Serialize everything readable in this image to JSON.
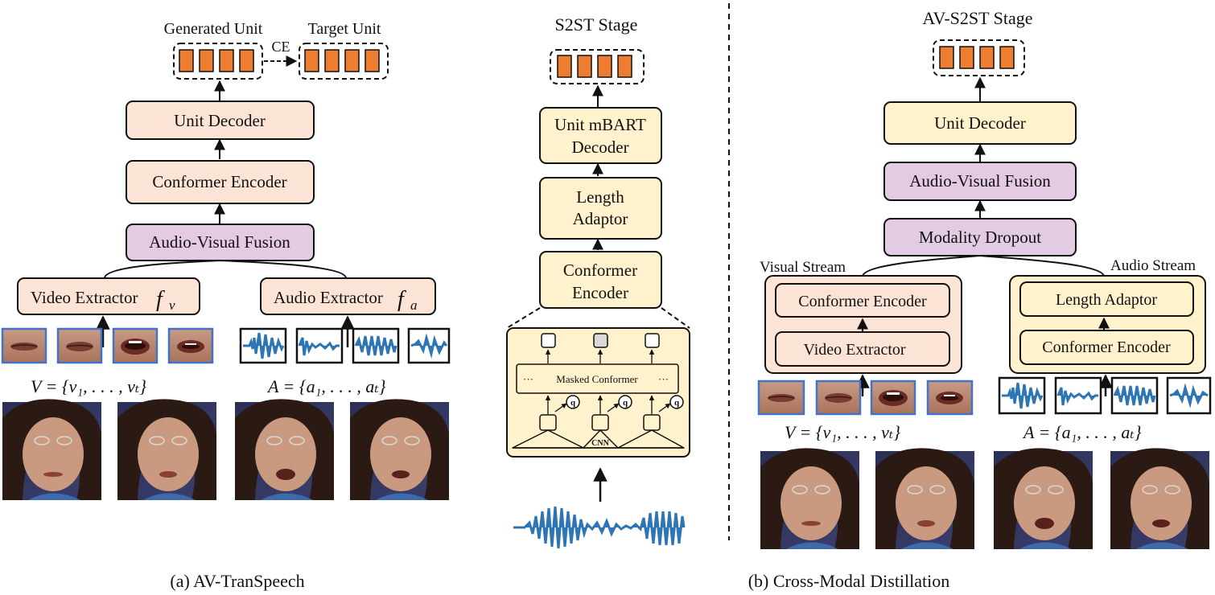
{
  "panel_a": {
    "caption": "(a) AV-TranSpeech",
    "generated_unit_label": "Generated Unit",
    "target_unit_label": "Target Unit",
    "ce_label": "CE",
    "unit_decoder": "Unit Decoder",
    "conformer_encoder": "Conformer Encoder",
    "av_fusion": "Audio-Visual Fusion",
    "video_extractor": "Video Extractor",
    "video_extractor_sym": "f",
    "video_extractor_sub": "v",
    "audio_extractor": "Audio Extractor",
    "audio_extractor_sym": "f",
    "audio_extractor_sub": "a",
    "video_set": "V = {v₁, . . . , vₜ}",
    "audio_set": "A = {a₁, . . . , aₜ}"
  },
  "s2st": {
    "title": "S2ST Stage",
    "unit_mbart_line1": "Unit mBART",
    "unit_mbart_line2": "Decoder",
    "length_adaptor_line1": "Length",
    "length_adaptor_line2": "Adaptor",
    "conformer_line1": "Conformer",
    "conformer_line2": "Encoder",
    "masked_conformer": "Masked Conformer",
    "ellipsis": "···",
    "q_label": "q",
    "cnn_label": "CNN"
  },
  "panel_b": {
    "caption": "(b) Cross-Modal Distillation",
    "title": "AV-S2ST Stage",
    "unit_decoder": "Unit Decoder",
    "av_fusion": "Audio-Visual Fusion",
    "modality_dropout": "Modality Dropout",
    "visual_stream": "Visual Stream",
    "audio_stream": "Audio Stream",
    "visual_conformer": "Conformer Encoder",
    "visual_video_extractor": "Video Extractor",
    "audio_length_adaptor": "Length Adaptor",
    "audio_conformer": "Conformer Encoder",
    "video_set": "V = {v₁, . . . , vₜ}",
    "audio_set": "A = {a₁, . . . , aₜ}"
  },
  "colors": {
    "pink_fill": "#fbe3d6",
    "purple_fill": "#e2cbe3",
    "yellow_fill": "#fff2cc",
    "unit_orange": "#ed7d31",
    "wave_blue": "#2e75b6",
    "thumb_border": "#4472c4"
  }
}
